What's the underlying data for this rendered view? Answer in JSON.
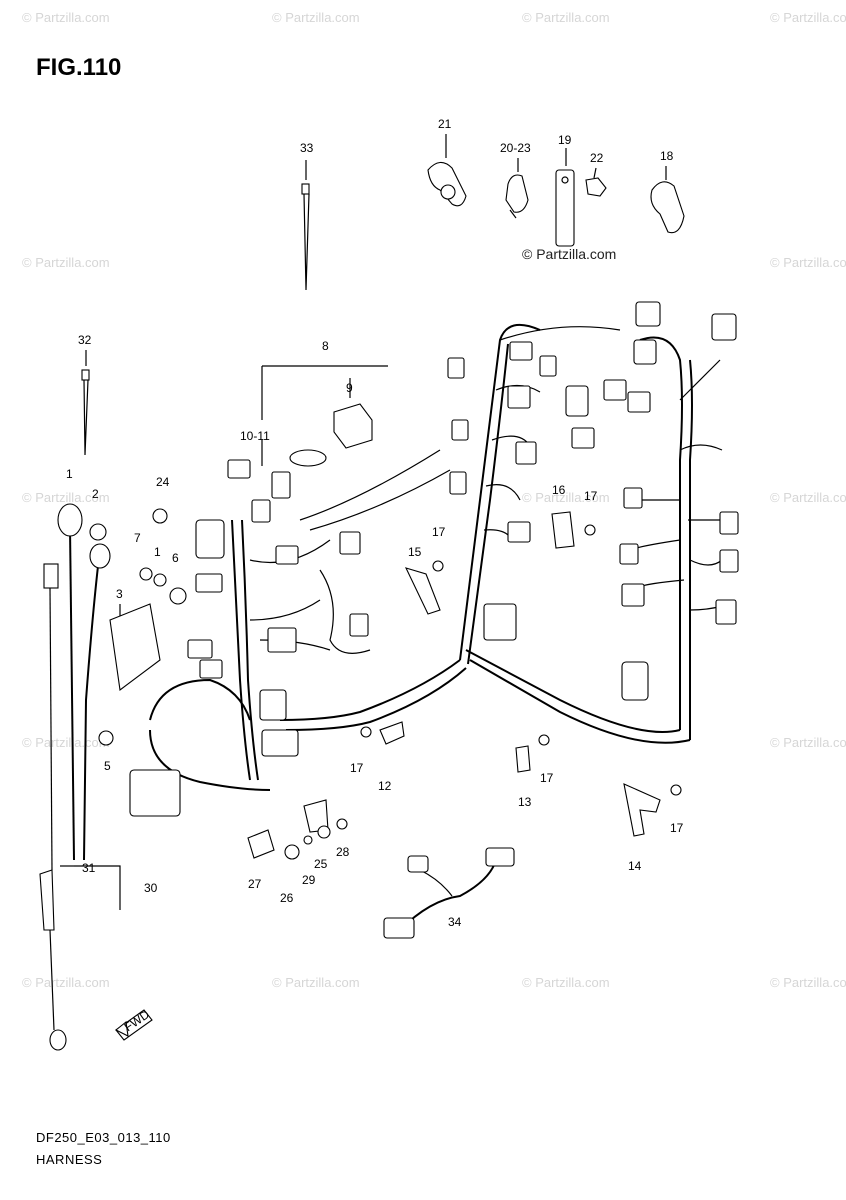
{
  "figure": {
    "title": "FIG.110",
    "code": "DF250_E03_013_110",
    "name": "HARNESS"
  },
  "watermark": {
    "text": "© Partzilla.com",
    "center_text": "© Partzilla.com"
  },
  "callouts": {
    "c1": "1",
    "c2": "2",
    "c3": "3",
    "c5": "5",
    "c6": "6",
    "c7": "7",
    "c8": "8",
    "c9": "9",
    "c10_11": "10-11",
    "c12": "12",
    "c13": "13",
    "c14": "14",
    "c15": "15",
    "c16": "16",
    "c17a": "17",
    "c17b": "17",
    "c17c": "17",
    "c17d": "17",
    "c17e": "17",
    "c18": "18",
    "c19": "19",
    "c20_23": "20-23",
    "c21": "21",
    "c22": "22",
    "c24": "24",
    "c25": "25",
    "c26": "26",
    "c27": "27",
    "c28": "28",
    "c29": "29",
    "c30": "30",
    "c31": "31",
    "c32": "32",
    "c33": "33",
    "c34": "34",
    "c1b": "1",
    "fwd": "FWD"
  }
}
